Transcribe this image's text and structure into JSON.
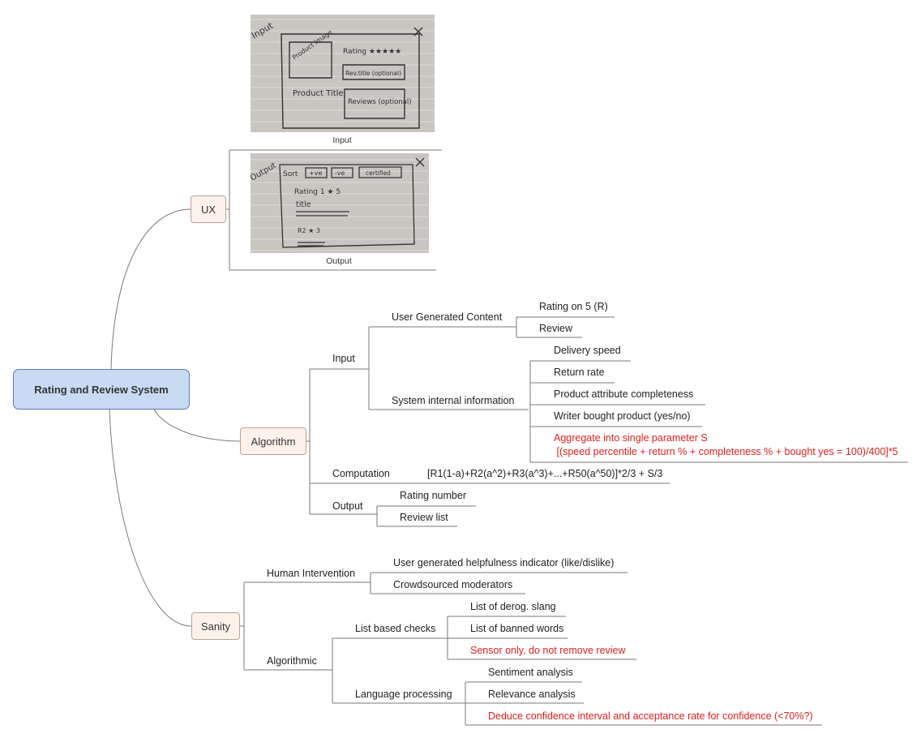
{
  "root": {
    "label": "Rating and Review System"
  },
  "ux": {
    "label": "UX",
    "input_caption": "Input",
    "output_caption": "Output",
    "input_sketch": {
      "corner": "Input",
      "image_box": "Product Image",
      "rating": "Rating ★★★★★",
      "rev_title": "Rev.title (optional)",
      "product_title": "Product Title",
      "reviews": "Reviews (optional)"
    },
    "output_sketch": {
      "corner": "Output",
      "sort": "Sort",
      "pos": "+ve",
      "neg": "-ve",
      "certified": "certified",
      "rating1": "Rating 1 ★ 5",
      "title": "title",
      "r2": "R2 ★ 3"
    }
  },
  "algorithm": {
    "label": "Algorithm",
    "input": {
      "label": "Input",
      "ugc": {
        "label": "User Generated Content",
        "items": [
          "Rating on 5 (R)",
          "Review"
        ]
      },
      "internal": {
        "label": "System internal information",
        "items": [
          "Delivery speed",
          "Return rate",
          "Product attribute completeness",
          "Writer bought product (yes/no)"
        ],
        "note_line1": "Aggregate into single parameter S",
        "note_line2": " [(speed percentile + return % + completeness % + bought yes = 100)/400]*5"
      }
    },
    "computation": {
      "label": "Computation",
      "formula": "[R1(1-a)+R2(a^2)+R3(a^3)+...+R50(a^50)]*2/3 + S/3"
    },
    "output": {
      "label": "Output",
      "items": [
        "Rating number",
        "Review list"
      ]
    }
  },
  "sanity": {
    "label": "Sanity",
    "human": {
      "label": "Human Intervention",
      "items": [
        "User generated helpfulness indicator (like/dislike)",
        "Crowdsourced moderators"
      ]
    },
    "algorithmic": {
      "label": "Algorithmic",
      "list_checks": {
        "label": "List based checks",
        "items": [
          "List of derog. slang",
          "List of banned words"
        ],
        "note": "Sensor only, do not remove review"
      },
      "language": {
        "label": "Language processing",
        "items": [
          "Sentiment analysis",
          "Relevance analysis"
        ],
        "note": "Deduce confidence interval and acceptance rate for confidence (<70%?)"
      }
    }
  },
  "colors": {
    "note_red": "#e02020",
    "root_fill": "#c9daf3",
    "sub_fill": "#fdf1e9"
  }
}
